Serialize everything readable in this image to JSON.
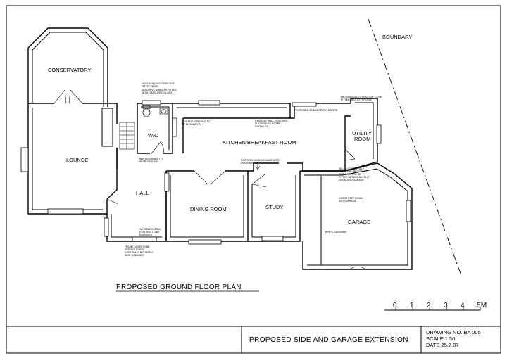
{
  "rooms": {
    "conservatory": "CONSERVATORY",
    "lounge": "LOUNGE",
    "wc": "W/C",
    "hall": "HALL",
    "kitchen": "KITCHEN/BREAKFAST ROOM",
    "dining": "DINING ROOM",
    "study": "STUDY",
    "utility_1": "UTILITY",
    "utility_2": "ROOM",
    "garage": "GARAGE"
  },
  "boundary": "BOUNDARY",
  "notes": {
    "n1_1": "MECHANICAL EXTRACTOR",
    "n1_2": "FITTED IN WC",
    "n2_1": "NEW UPVC WINDOW FITTED",
    "n2_2": "WITH OBSCURED GLASS",
    "n3_1": "EXISTING OPENING TO",
    "n3_2": "BE BLOCKED IN",
    "n4_1": "EXISTING WALL REMOVED",
    "n4_2": "SUITABLE RSJ TO BE",
    "n4_3": "INSTALLED",
    "n5": "PROPOSED SLIDING PATIO DOORS",
    "n6_1": "MECHANICAL EXTRACTOR TO BE",
    "n6_2": "FITTED IN UTILITY ROOM",
    "n7_1": "NEW DOORWAY TO",
    "n7_2": "PROPOSED WC",
    "n8_1": "EXISTING WINDOW MADE INTO",
    "n8_2": "DOORWAY",
    "n9_1": "SELF CLOSING HALF",
    "n9_2": "HOUR FIRE RESISTANT",
    "n9_3": "FIRE DOOR TO BE",
    "n9_4": "FITTED BETWEEN UTILITY",
    "n9_5": "ROOM AND GARAGE",
    "n10_1": "100MM STEP DOWN",
    "n10_2": "INTO GARAGE",
    "n11": "BRICK DOORWAY",
    "n12_1": "WC RELOCATION",
    "n12_2": "EXISTING TO BE",
    "n12_3": "REMOVED",
    "n13_1": "FRONT DOOR TO BE",
    "n13_2": "REPOSITIONED",
    "n13_3": "CENTRALLY BETWEEN",
    "n13_4": "SIDE WINDOWS"
  },
  "plan_title": "PROPOSED GROUND FLOOR PLAN",
  "scale_bar": {
    "ticks": [
      "0",
      "1",
      "2",
      "3",
      "4",
      "5M"
    ]
  },
  "title_block": {
    "project": "PROPOSED SIDE AND GARAGE EXTENSION",
    "drawing_no": "DRAWING NO. BA 005",
    "scale": "SCALE 1:50",
    "date": "DATE 25.7.07"
  }
}
